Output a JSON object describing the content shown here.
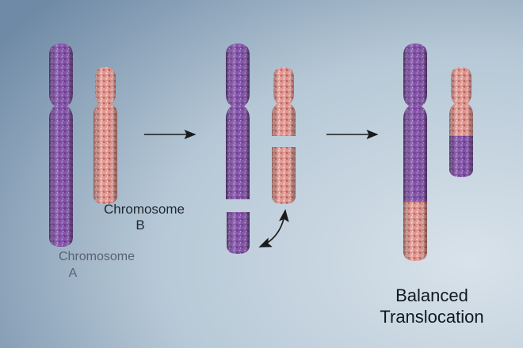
{
  "labels": {
    "chromosome_a_line1": "Chromosome",
    "chromosome_a_line2": "A",
    "chromosome_b_line1": "Chromosome",
    "chromosome_b_line2": "B",
    "result_line1": "Balanced",
    "result_line2": "Translocation"
  },
  "colors": {
    "background_dark": "#7e97b0",
    "background_light": "#d2dde6",
    "chromosome_a": "#7f4ba4",
    "chromosome_a_dark": "#4c2a6c",
    "chromosome_b": "#e0918a",
    "chromosome_b_dark": "#b35b58",
    "arrow": "#1a1a1a"
  },
  "icons": {
    "process_arrow_1": "right-arrow-icon",
    "process_arrow_2": "right-arrow-icon",
    "swap_arrow": "curved-double-arrow-icon"
  }
}
